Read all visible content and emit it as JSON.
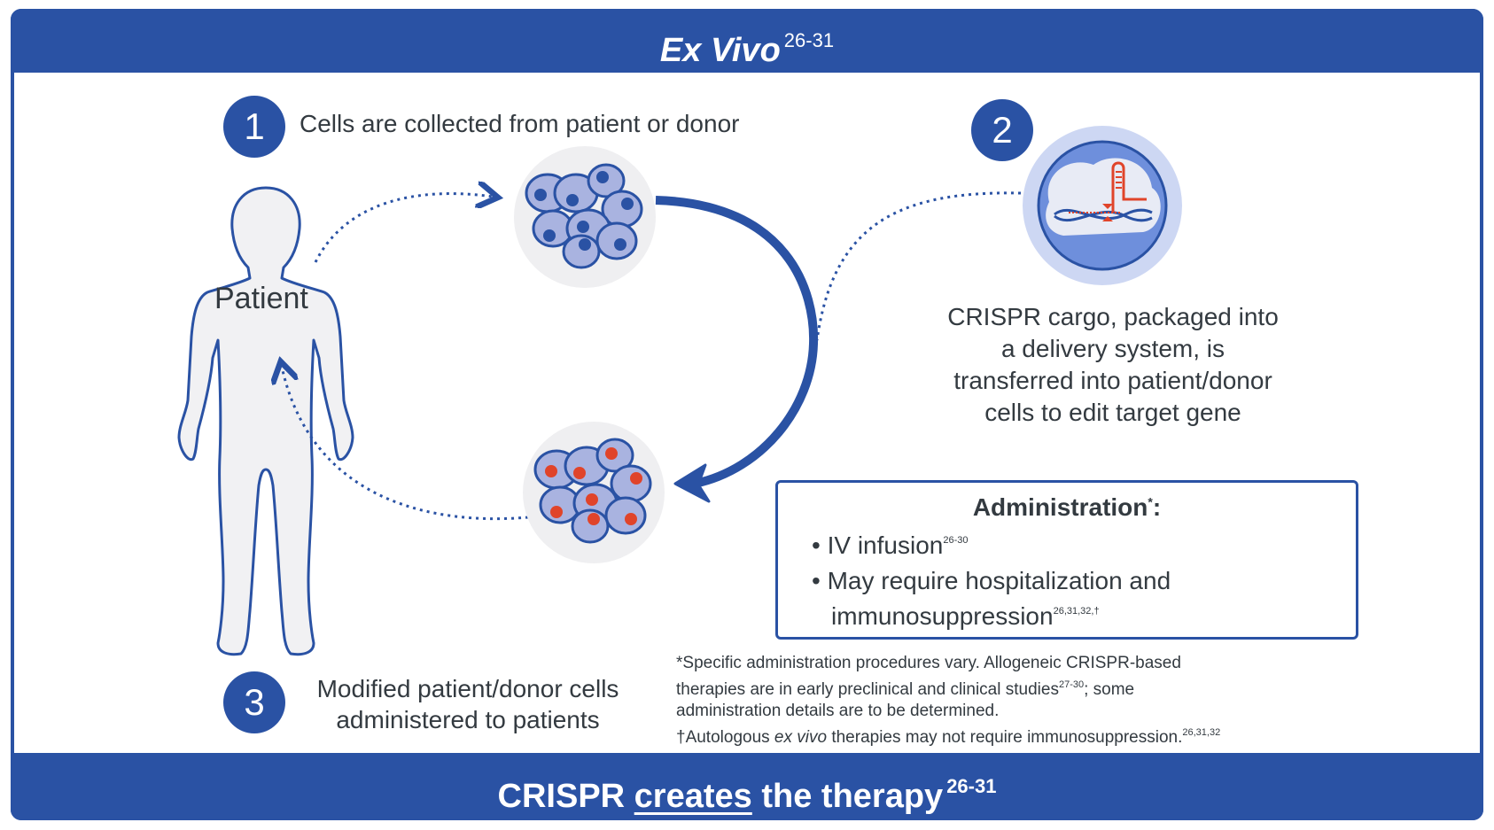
{
  "header": {
    "title": "Ex Vivo",
    "refs": "26-31"
  },
  "steps": [
    {
      "number": "1",
      "label": "Cells are collected from patient or donor"
    },
    {
      "number": "2",
      "label_lines": [
        "CRISPR cargo, packaged into",
        "a delivery system, is",
        "transferred into patient/donor",
        "cells to edit target gene"
      ]
    },
    {
      "number": "3",
      "label_lines": [
        "Modified patient/donor cells",
        "administered to patients"
      ]
    }
  ],
  "patient": {
    "label": "Patient"
  },
  "administration": {
    "title": "Administration",
    "title_mark": "*",
    "title_suffix": ":",
    "items": [
      {
        "text": "IV infusion",
        "refs": "26-30"
      },
      {
        "text_line1": "May require hospitalization and",
        "text_line2": "immunosuppression",
        "refs": "26,31,32,†"
      }
    ]
  },
  "footnotes": {
    "line1": "*Specific administration procedures vary. Allogeneic CRISPR-based",
    "line2a": "therapies are in early preclinical and clinical studies",
    "line2_refs": "27-30",
    "line2b": "; some",
    "line3": "administration details are to be determined.",
    "line4a": "†Autologous ",
    "line4_italic": "ex vivo",
    "line4b": " therapies may not require immunosuppression.",
    "line4_refs": "26,31,32"
  },
  "footer": {
    "prefix": "CRISPR ",
    "emphasis": "creates",
    "suffix": " the therapy",
    "refs": "26-31"
  },
  "colors": {
    "brand_blue": "#2a52a4",
    "cell_fill": "#a9b3e0",
    "nucleus_blue": "#2a52a4",
    "nucleus_red": "#e0442a",
    "body_fill": "#f1f1f3",
    "circle_bg": "#efeff1",
    "crispr_light": "#cdd7f3",
    "crispr_mid": "#6e8fdc"
  }
}
